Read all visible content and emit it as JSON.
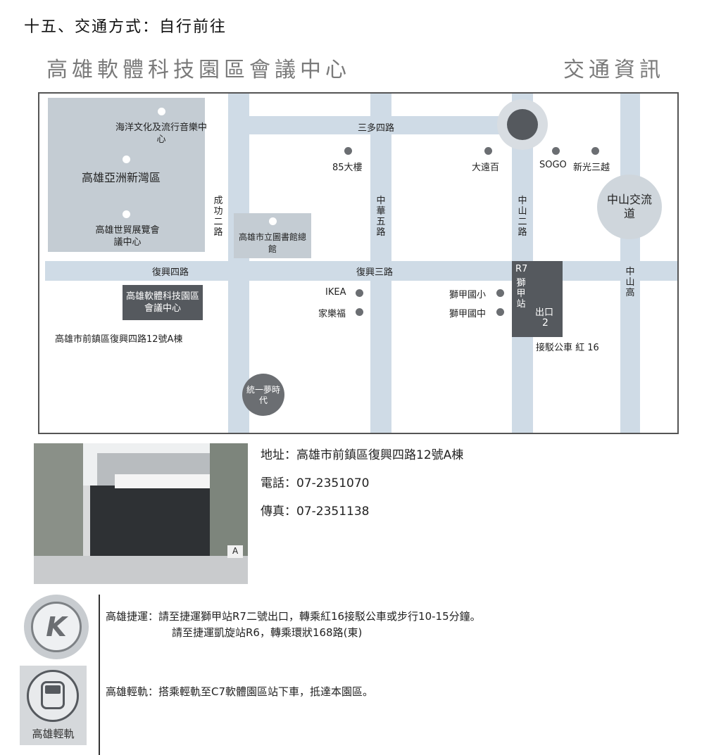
{
  "heading": "十五、交通方式：自行前往",
  "banner": {
    "left": "高雄軟體科技園區會議中心",
    "right": "交通資訊"
  },
  "map": {
    "roads": {
      "sanduo": "三多四路",
      "chenggong": "成功二路",
      "zhonghua": "中華五路",
      "zhongshan2": "中山二路",
      "fuxing4": "復興四路",
      "fuxing3": "復興三路",
      "zhongshan_hwy": "中山高"
    },
    "landmarks": {
      "ocean_center": "海洋文化及流行音樂中心",
      "asia_bay": "高雄亞洲新灣區",
      "expo": "高雄世貿展覽會議中心",
      "library": "高雄市立圖書館總館",
      "b85": "85大樓",
      "dayuan": "大遠百",
      "sogo": "SOGO",
      "shinkong": "新光三越",
      "zhongshan_ic": "中山交流道",
      "ikea": "IKEA",
      "carrefour": "家樂福",
      "shijia_elem": "獅甲國小",
      "shijia_jr": "獅甲國中",
      "venue": "高雄軟體科技園區會議中心",
      "venue_addr": "高雄市前鎮區復興四路12號A棟",
      "dream_mall": "統一夢時代",
      "mrt_code": "R7",
      "mrt_station": "獅甲站",
      "exit_label": "出口",
      "exit_no": "2",
      "shuttle": "接駁公車 紅 16"
    }
  },
  "info": {
    "address": "地址：高雄市前鎮區復興四路12號A棟",
    "phone": "電話：07-2351070",
    "fax": "傳真：07-2351138"
  },
  "photo": {
    "sign": "A"
  },
  "transport": {
    "mrt_line1": "高雄捷運：請至捷運獅甲站R7二號出口，轉乘紅16接駁公車或步行10-15分鐘。",
    "mrt_line2": "請至捷運凱旋站R6，轉乘環狀168路(東)",
    "lrt_line": "高雄輕軌：搭乘輕軌至C7軟體園區站下車，抵達本園區。",
    "lrt_caption": "高雄輕軌",
    "mrt_logo_letter": "K"
  },
  "colors": {
    "road": "#cfdbe6",
    "zone": "#c4ccd3",
    "dark": "#55595e",
    "dot": "#6b6e72"
  }
}
